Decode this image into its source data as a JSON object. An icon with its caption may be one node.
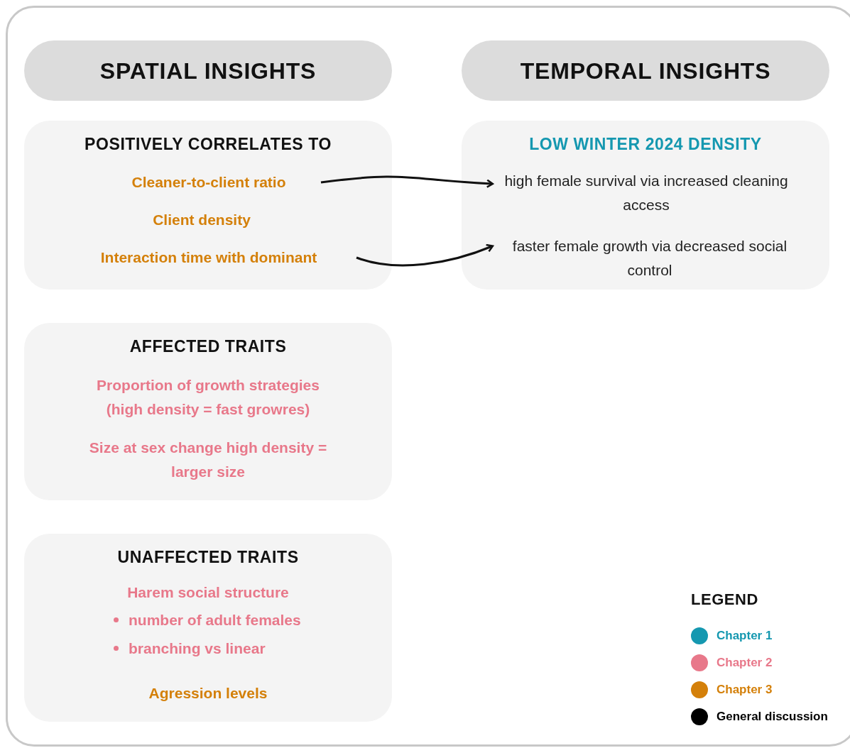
{
  "diagram": {
    "nodes": [
      {
        "text": [
          "SPATIAL INSIGHTS"
        ]
      },
      {
        "text": [
          "TEMPORAL INSIGHTS"
        ]
      },
      {
        "text": [
          "POSITIVELY CORRELATES TO"
        ]
      },
      {
        "text": [
          "Cleaner-to-client ratio"
        ],
        "in": 2
      },
      {
        "text": [
          "Client density"
        ],
        "in": 2
      },
      {
        "text": [
          "Interaction time with dominant"
        ],
        "in": 2
      },
      {
        "text": [
          "LOW WINTER 2024 DENSITY"
        ]
      },
      {
        "text": [
          "high female survival via increased cleaning access"
        ],
        "in": 6
      },
      {
        "text": [
          "faster female growth via decreased social control"
        ],
        "in": 6
      },
      {
        "text": [
          "AFFECTED TRAITS",
          "Proportion of growth strategies (high density = fast growres)",
          "Size at sex change high density = larger size"
        ]
      },
      {
        "text": [
          "UNAFFECTED TRAITS",
          "Harem social structure",
          "number of adult females",
          "branching vs linear",
          "Agression levels"
        ]
      }
    ],
    "edges": [
      {
        "from": 3,
        "to": 7,
        "arrow": "to"
      },
      {
        "from": 5,
        "to": 8,
        "arrow": "to"
      }
    ],
    "labels": [
      "LEGEND"
    ],
    "legend": [
      {
        "text": "Chapter 1",
        "color": "#1598b0"
      },
      {
        "text": "Chapter 2",
        "color": "#e8788a"
      },
      {
        "text": "Chapter 3",
        "color": "#d4800a"
      },
      {
        "text": "General discussion",
        "color": "#000000"
      }
    ]
  }
}
